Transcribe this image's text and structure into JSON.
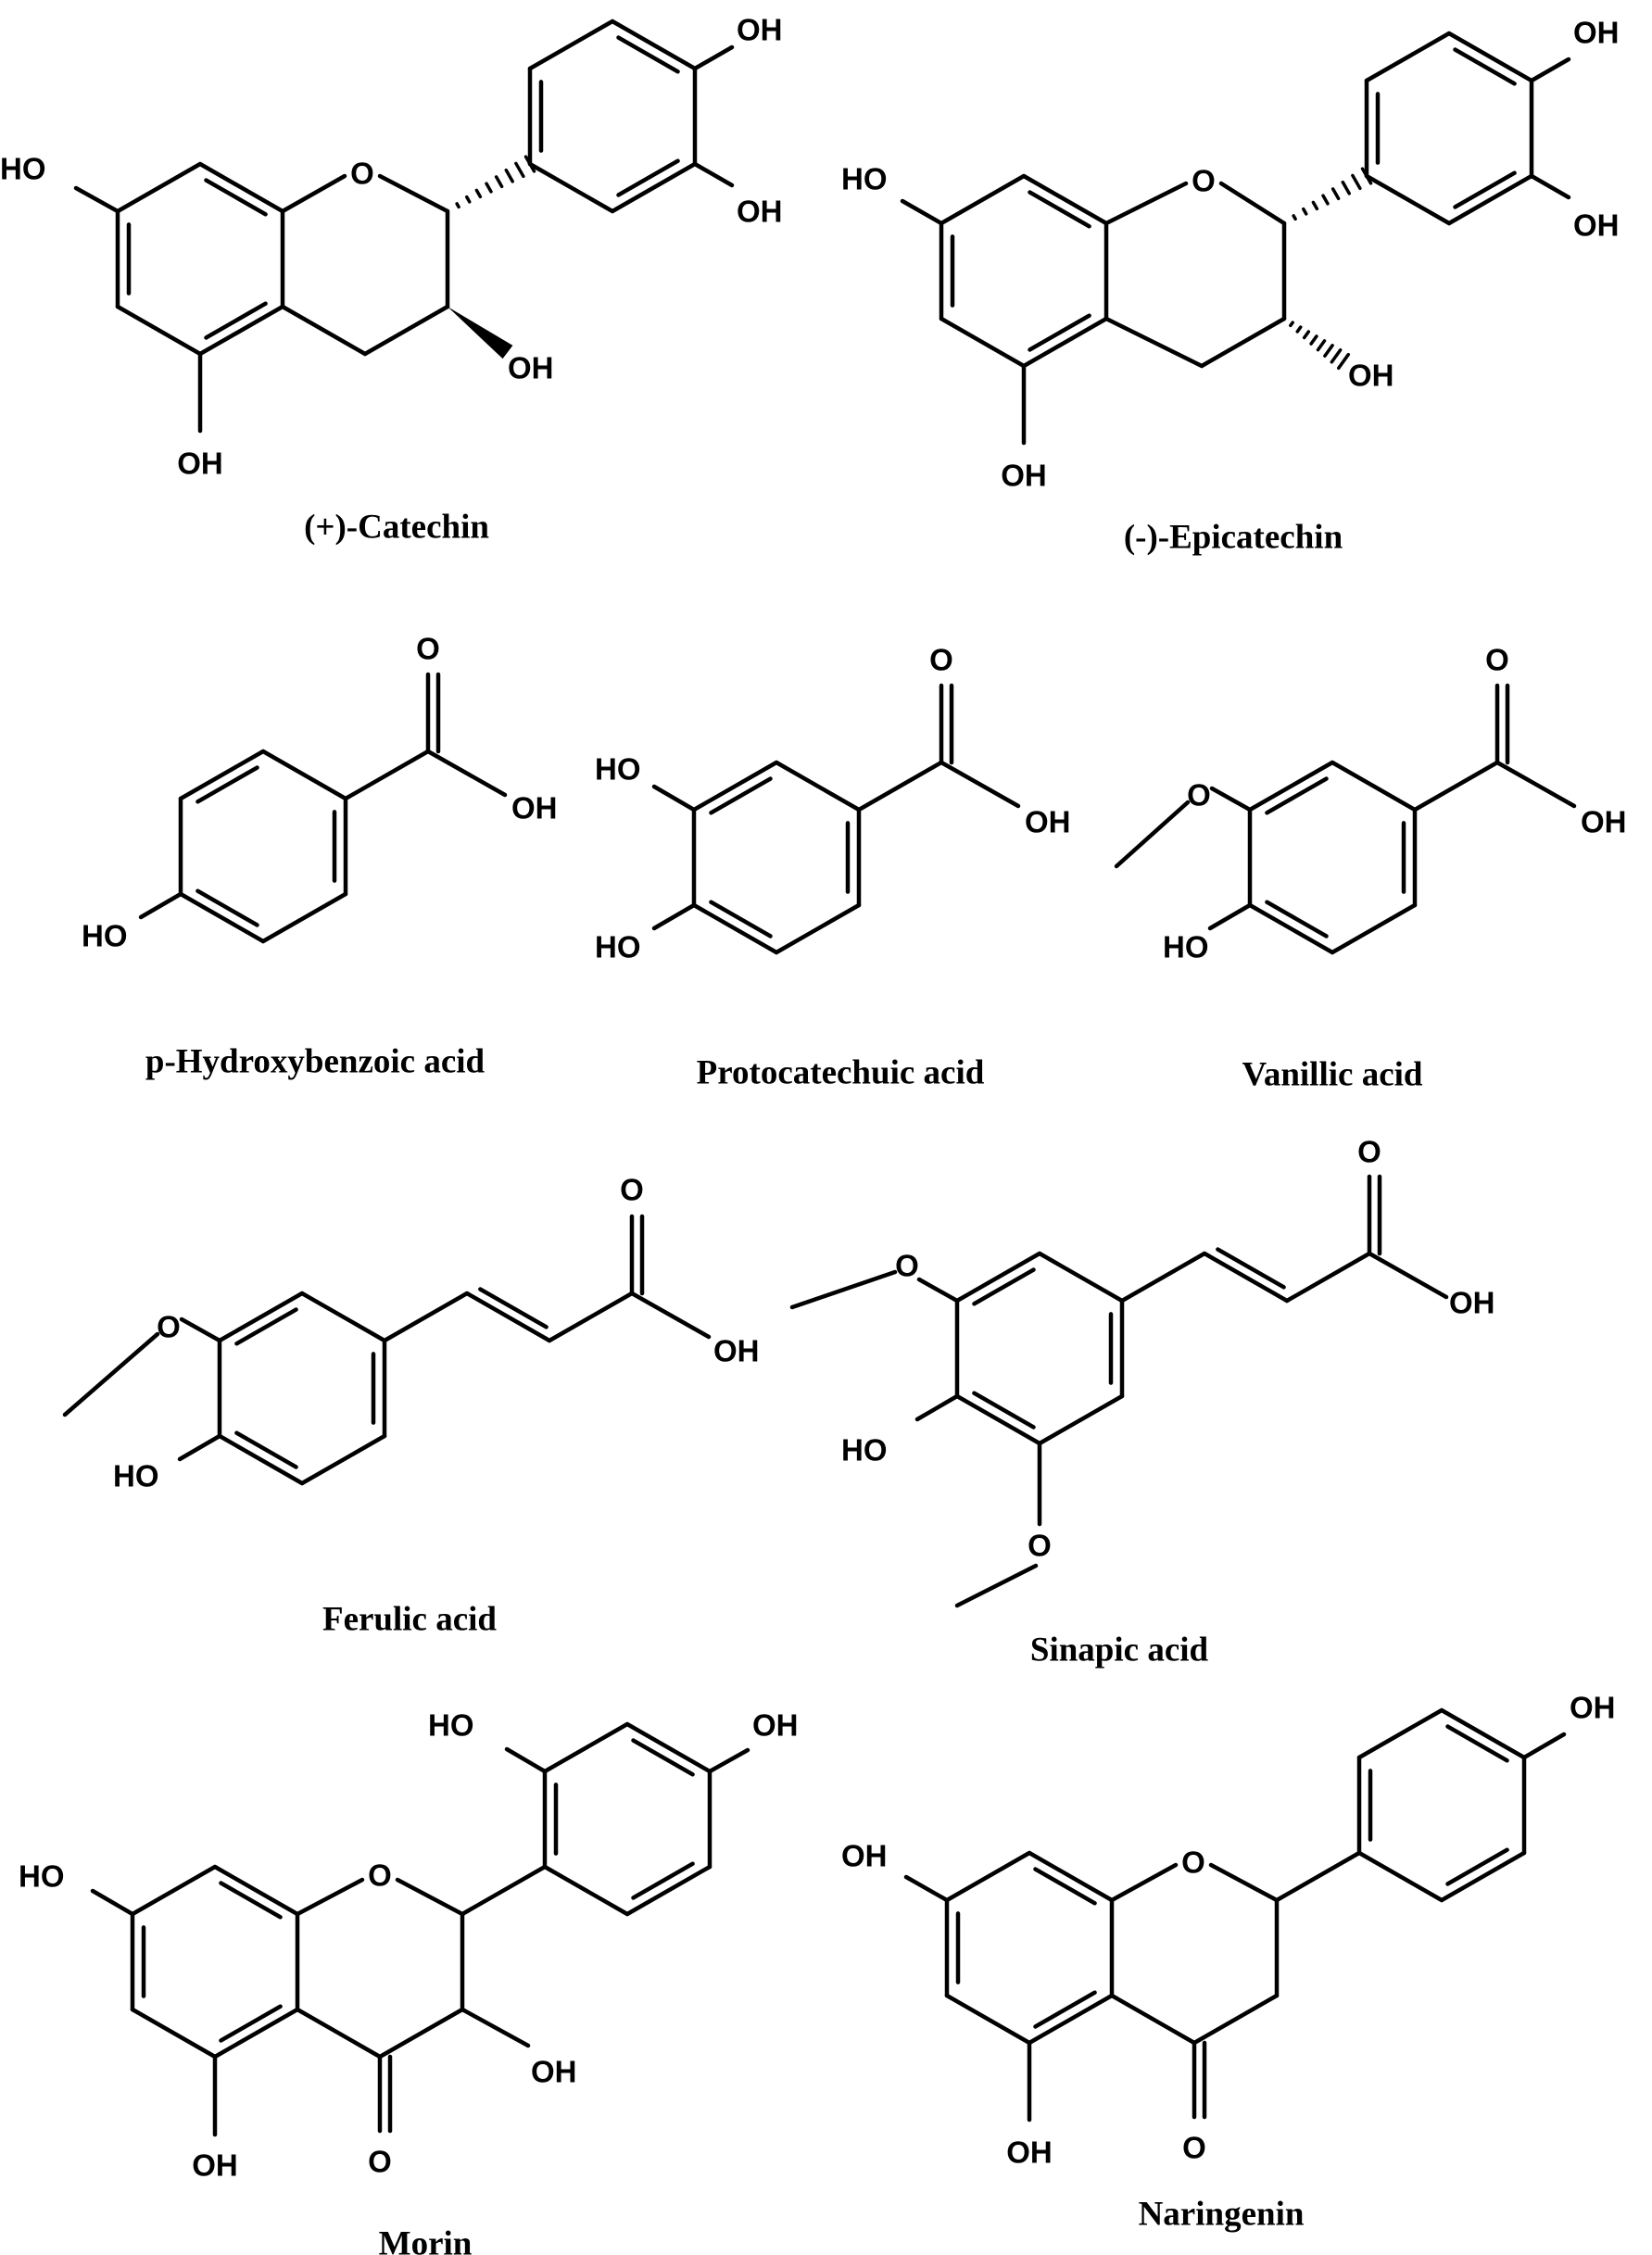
{
  "atom_labels": {
    "oh": "OH",
    "ho": "HO",
    "o": "O"
  },
  "compounds": [
    {
      "name": "(+)-Catechin"
    },
    {
      "name": "(-)-Epicatechin"
    },
    {
      "name": "p-Hydroxybenzoic acid"
    },
    {
      "name": "Protocatechuic acid"
    },
    {
      "name": "Vanillic acid"
    },
    {
      "name": "Ferulic acid"
    },
    {
      "name": "Sinapic acid"
    },
    {
      "name": "Morin"
    },
    {
      "name": "Naringenin"
    }
  ]
}
